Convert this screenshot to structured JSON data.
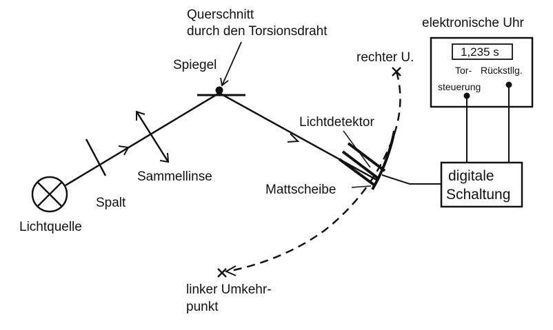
{
  "labels": {
    "querschnitt_line1": "Querschnitt",
    "querschnitt_line2": "durch den Torsionsdraht",
    "spiegel": "Spiegel",
    "rechter": "rechter U.",
    "elektronische_uhr": "elektronische Uhr",
    "display_value": "1,235 s",
    "tor_line1": "Tor-",
    "tor_line2": "steuerung",
    "rueckstllg": "Rückstllg.",
    "lichtdetektor": "Lichtdetektor",
    "sammellinse": "Sammellinse",
    "mattscheibe": "Mattscheibe",
    "digitale_line1": "digitale",
    "digitale_line2": "Schaltung",
    "spalt": "Spalt",
    "lichtquelle": "Lichtquelle",
    "linker_line1": "linker Umkehr-",
    "linker_line2": "punkt"
  }
}
